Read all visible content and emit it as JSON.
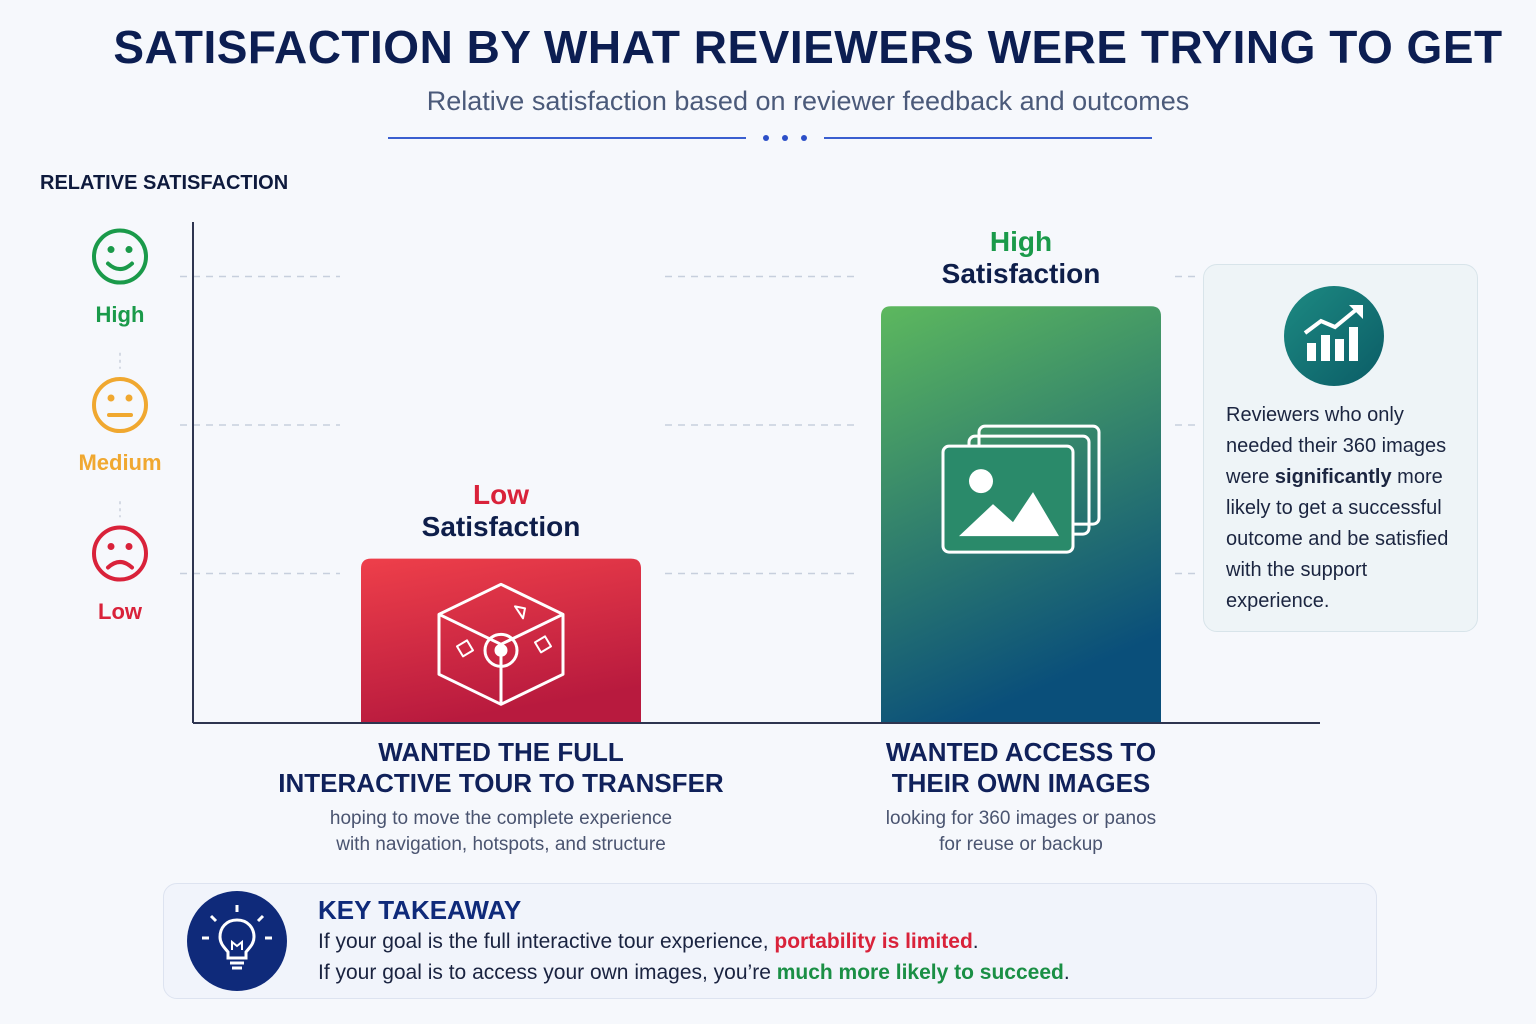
{
  "title": "SATISFACTION BY WHAT REVIEWERS WERE TRYING TO GET",
  "subtitle": "Relative satisfaction based on reviewer feedback and outcomes",
  "colors": {
    "high": "#1a9a4a",
    "medium": "#f0a830",
    "low": "#d9223a",
    "navy": "#0c1e52"
  },
  "chart_data": {
    "type": "bar",
    "ylabel": "RELATIVE SATISFACTION",
    "scale_levels": [
      {
        "label": "High",
        "value": 3,
        "icon": "happy-face-icon",
        "color": "#1a9a4a"
      },
      {
        "label": "Medium",
        "value": 2,
        "icon": "neutral-face-icon",
        "color": "#f0a830"
      },
      {
        "label": "Low",
        "value": 1,
        "icon": "sad-face-icon",
        "color": "#d9223a"
      }
    ],
    "ylim": [
      0,
      3.3
    ],
    "grid": true,
    "categories": [
      {
        "title_lines": [
          "WANTED THE FULL",
          "INTERACTIVE TOUR TO TRANSFER"
        ],
        "desc_lines": [
          "hoping to move the complete experience",
          "with navigation, hotspots, and structure"
        ],
        "value": 1.1,
        "level": "Low",
        "satisfaction": "Satisfaction",
        "icon": "3d-tour-cube-icon",
        "gradient": [
          "#ee3f4a",
          "#b81a3e"
        ]
      },
      {
        "title_lines": [
          "WANTED ACCESS TO",
          "THEIR OWN IMAGES"
        ],
        "desc_lines": [
          "looking for 360 images or panos",
          "for reuse or backup"
        ],
        "value": 2.8,
        "level": "High",
        "satisfaction": "Satisfaction",
        "icon": "image-stack-icon",
        "gradient": [
          "#5db85e",
          "#0a4f7a"
        ]
      }
    ]
  },
  "insight": {
    "icon": "growth-chart-icon",
    "text_before": "Reviewers who only needed their 360 images were ",
    "text_bold": "significantly",
    "text_after": " more likely to get a successful outcome and be satisfied with the support experience."
  },
  "takeaway": {
    "icon": "lightbulb-icon",
    "title": "KEY TAKEAWAY",
    "line1_prefix": "If your goal is the full interactive tour experience, ",
    "line1_highlight": "portability is limited",
    "line1_suffix": ".",
    "line2_prefix": "If your goal is to access your own images, you’re ",
    "line2_highlight": "much more likely to succeed",
    "line2_suffix": "."
  }
}
